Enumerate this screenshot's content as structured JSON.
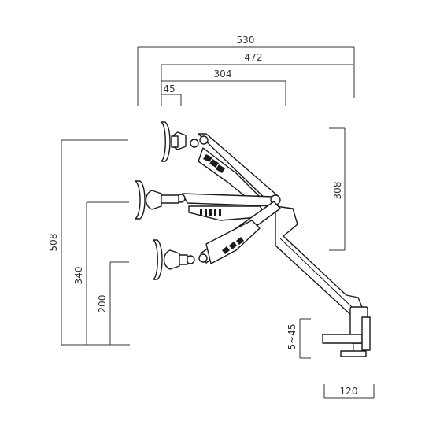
{
  "colors": {
    "line": "#333333",
    "drawing": "#1a1a1a",
    "background": "#ffffff"
  },
  "dimensions": {
    "d530": "530",
    "d472": "472",
    "d304": "304",
    "d45": "45",
    "d308": "308",
    "d508": "508",
    "d340": "340",
    "d200": "200",
    "d5_45": "5~45",
    "d120": "120"
  }
}
